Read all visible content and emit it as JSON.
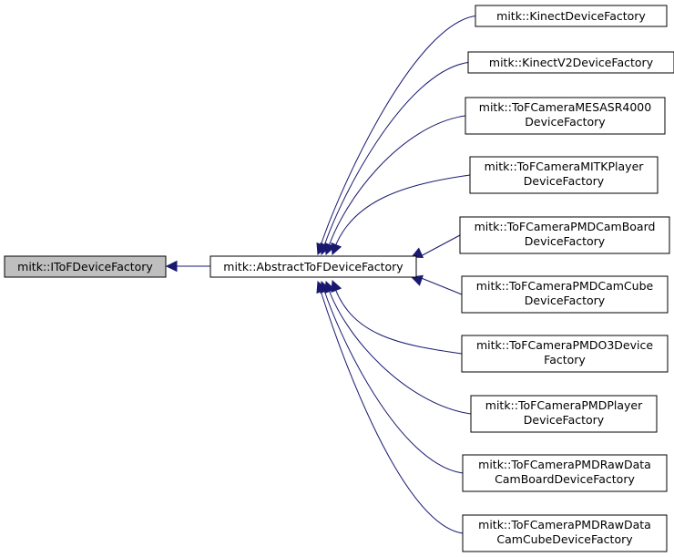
{
  "diagram": {
    "root": {
      "label": [
        "mitk::IToFDeviceFactory"
      ]
    },
    "parent": {
      "label": [
        "mitk::AbstractToFDeviceFactory"
      ]
    },
    "children": [
      {
        "label": [
          "mitk::KinectDeviceFactory"
        ]
      },
      {
        "label": [
          "mitk::KinectV2DeviceFactory"
        ]
      },
      {
        "label": [
          "mitk::ToFCameraMESASR4000",
          "DeviceFactory"
        ]
      },
      {
        "label": [
          "mitk::ToFCameraMITKPlayer",
          "DeviceFactory"
        ]
      },
      {
        "label": [
          "mitk::ToFCameraPMDCamBoard",
          "DeviceFactory"
        ]
      },
      {
        "label": [
          "mitk::ToFCameraPMDCamCube",
          "DeviceFactory"
        ]
      },
      {
        "label": [
          "mitk::ToFCameraPMDO3Device",
          "Factory"
        ]
      },
      {
        "label": [
          "mitk::ToFCameraPMDPlayer",
          "DeviceFactory"
        ]
      },
      {
        "label": [
          "mitk::ToFCameraPMDRawData",
          "CamBoardDeviceFactory"
        ]
      },
      {
        "label": [
          "mitk::ToFCameraPMDRawData",
          "CamCubeDeviceFactory"
        ]
      }
    ],
    "colors": {
      "edge": "#191970",
      "root_fill": "#bfbfbf",
      "node_fill": "#ffffff",
      "border": "#000000"
    }
  }
}
